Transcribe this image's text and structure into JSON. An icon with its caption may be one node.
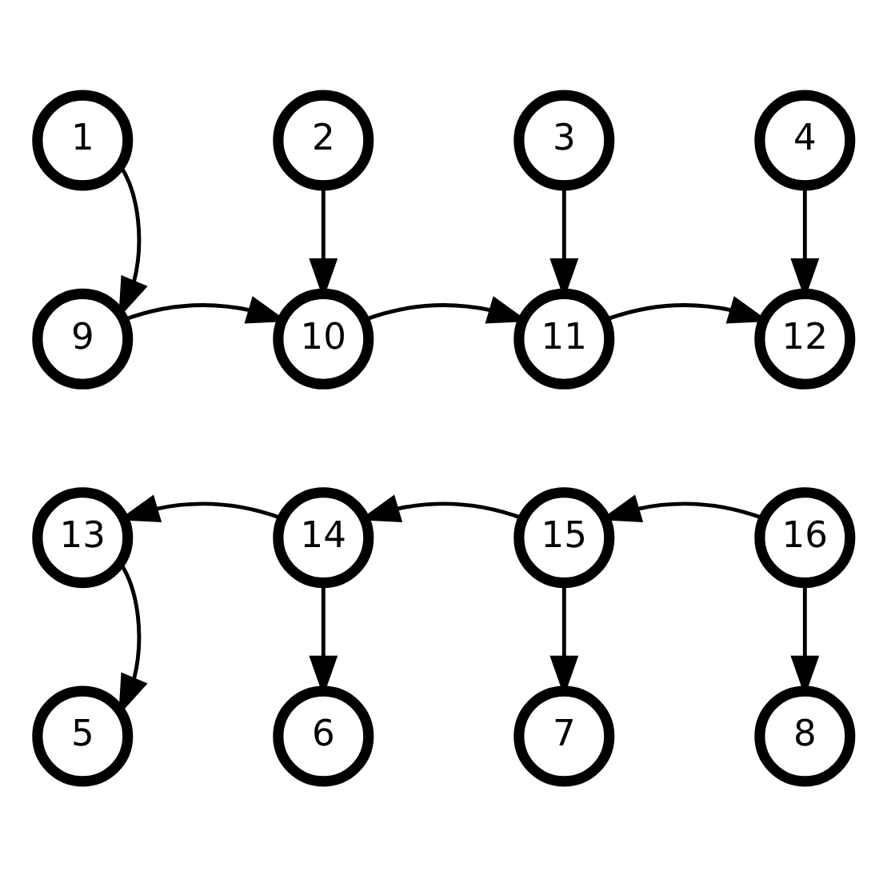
{
  "diagram": {
    "nodes": [
      {
        "text": [
          "1"
        ]
      },
      {
        "text": [
          "2"
        ]
      },
      {
        "text": [
          "3"
        ]
      },
      {
        "text": [
          "4"
        ]
      },
      {
        "text": [
          "9"
        ]
      },
      {
        "text": [
          "10"
        ]
      },
      {
        "text": [
          "11"
        ]
      },
      {
        "text": [
          "12"
        ]
      },
      {
        "text": [
          "13"
        ]
      },
      {
        "text": [
          "14"
        ]
      },
      {
        "text": [
          "15"
        ]
      },
      {
        "text": [
          "16"
        ]
      },
      {
        "text": [
          "5"
        ]
      },
      {
        "text": [
          "6"
        ]
      },
      {
        "text": [
          "7"
        ]
      },
      {
        "text": [
          "8"
        ]
      }
    ],
    "edges": [
      {
        "from": 0,
        "to": 4,
        "arrow": "to"
      },
      {
        "from": 1,
        "to": 5,
        "arrow": "to"
      },
      {
        "from": 2,
        "to": 6,
        "arrow": "to"
      },
      {
        "from": 3,
        "to": 7,
        "arrow": "to"
      },
      {
        "from": 4,
        "to": 5,
        "arrow": "to"
      },
      {
        "from": 5,
        "to": 6,
        "arrow": "to"
      },
      {
        "from": 6,
        "to": 7,
        "arrow": "to"
      },
      {
        "from": 9,
        "to": 8,
        "arrow": "to"
      },
      {
        "from": 10,
        "to": 9,
        "arrow": "to"
      },
      {
        "from": 11,
        "to": 10,
        "arrow": "to"
      },
      {
        "from": 8,
        "to": 12,
        "arrow": "to"
      },
      {
        "from": 9,
        "to": 13,
        "arrow": "to"
      },
      {
        "from": 10,
        "to": 14,
        "arrow": "to"
      },
      {
        "from": 11,
        "to": 15,
        "arrow": "to"
      }
    ]
  }
}
